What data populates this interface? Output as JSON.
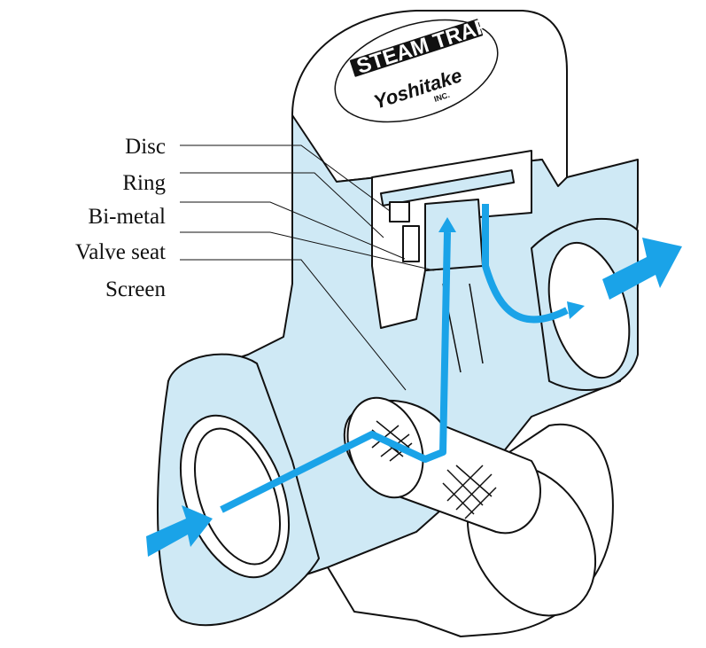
{
  "labels": {
    "disc": "Disc",
    "ring": "Ring",
    "bimetal": "Bi-metal",
    "valve_seat": "Valve seat",
    "screen": "Screen"
  },
  "cap": {
    "brand_top": "STEAM TRAP",
    "brand_maker": "Yoshitake",
    "brand_inc": "INC."
  },
  "colors": {
    "body_cutaway": "#cfe9f5",
    "flow_arrow": "#1aa3e8",
    "outline": "#111111",
    "background": "#ffffff"
  }
}
